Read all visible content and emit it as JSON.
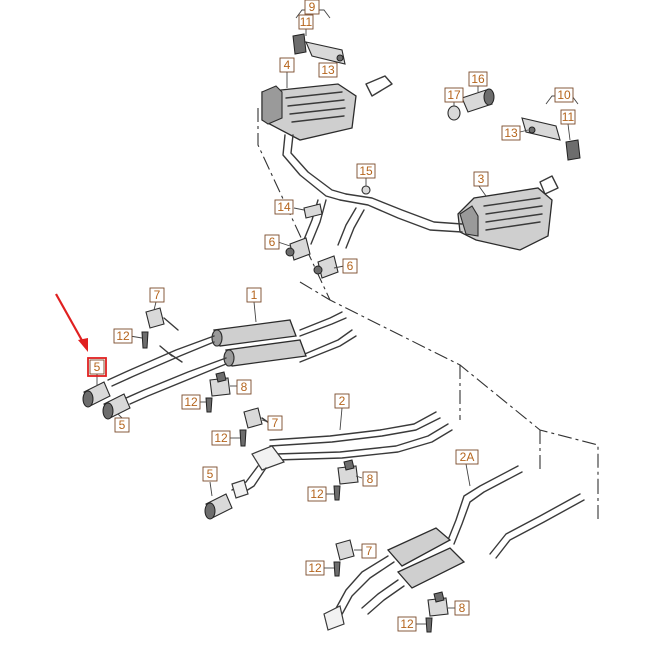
{
  "diagram": {
    "labels": {
      "l9": "9",
      "l11a": "11",
      "l13a": "13",
      "l4": "4",
      "l17": "17",
      "l16": "16",
      "l10": "10",
      "l11b": "11",
      "l13b": "13",
      "l15": "15",
      "l3": "3",
      "l14": "14",
      "l6a": "6",
      "l6b": "6",
      "l7a": "7",
      "l1": "1",
      "l12a": "12",
      "l5a": "5",
      "l5b": "5",
      "l8a": "8",
      "l12b": "12",
      "l2": "2",
      "l7b": "7",
      "l12c": "12",
      "l5c": "5",
      "l8b": "8",
      "l12d": "12",
      "l2A": "2A",
      "l7c": "7",
      "l12e": "12",
      "l8c": "8",
      "l12f": "12"
    },
    "highlight_color": "#e02020",
    "label_color": "#b5651d"
  }
}
